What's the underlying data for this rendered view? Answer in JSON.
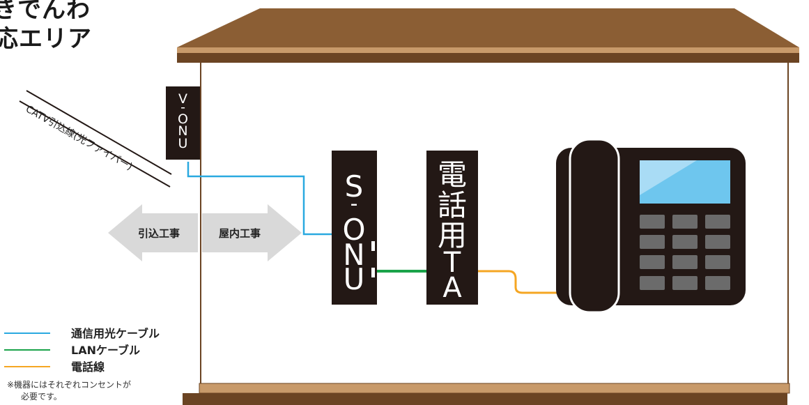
{
  "title": {
    "line1": "きでんわ",
    "line2": "応エリア"
  },
  "cable_label": "CATV引込線(光ファイバー)",
  "devices": {
    "v_onu": "V-ONU",
    "s_onu": "S-ONU",
    "phone_ta": "電話用TA",
    "telephone": "telephone"
  },
  "arrows": {
    "left": "引込工事",
    "right": "屋内工事"
  },
  "legend": [
    {
      "label": "通信用光ケーブル",
      "color": "#2aa9e0"
    },
    {
      "label": "LANケーブル",
      "color": "#1aa34a"
    },
    {
      "label": "電話線",
      "color": "#f5a623"
    }
  ],
  "note": {
    "line1": "※機器にはそれぞれコンセントが",
    "line2": "必要です。"
  },
  "colors": {
    "roof": "#8b5e34",
    "roof_dark": "#6b4423",
    "wall_border": "#6b4423",
    "floor": "#c89a6a",
    "device": "#231815",
    "arrow": "#d9d9d9",
    "screen": "#6ec6ee"
  }
}
